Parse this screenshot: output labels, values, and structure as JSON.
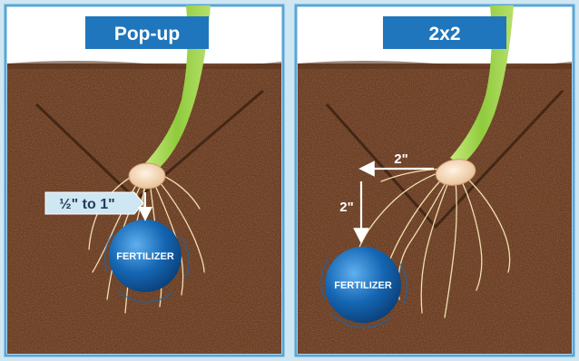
{
  "panels": [
    {
      "title": "Pop-up",
      "depth_label": "½\" to 1\"",
      "fertilizer_label": "FERTILIZER"
    },
    {
      "title": "2x2",
      "horizontal_label": "2\"",
      "vertical_label": "2\"",
      "fertilizer_label": "FERTILIZER"
    }
  ],
  "colors": {
    "background": "#cfe6f3",
    "sky": "#ffffff",
    "soil": "#6b3e24",
    "title_box": "#1f76bd",
    "fertilizer": "#1567b4",
    "stem": "#9fd04a",
    "roots": "#f2dfb0",
    "seed": "#f1cfaa"
  }
}
